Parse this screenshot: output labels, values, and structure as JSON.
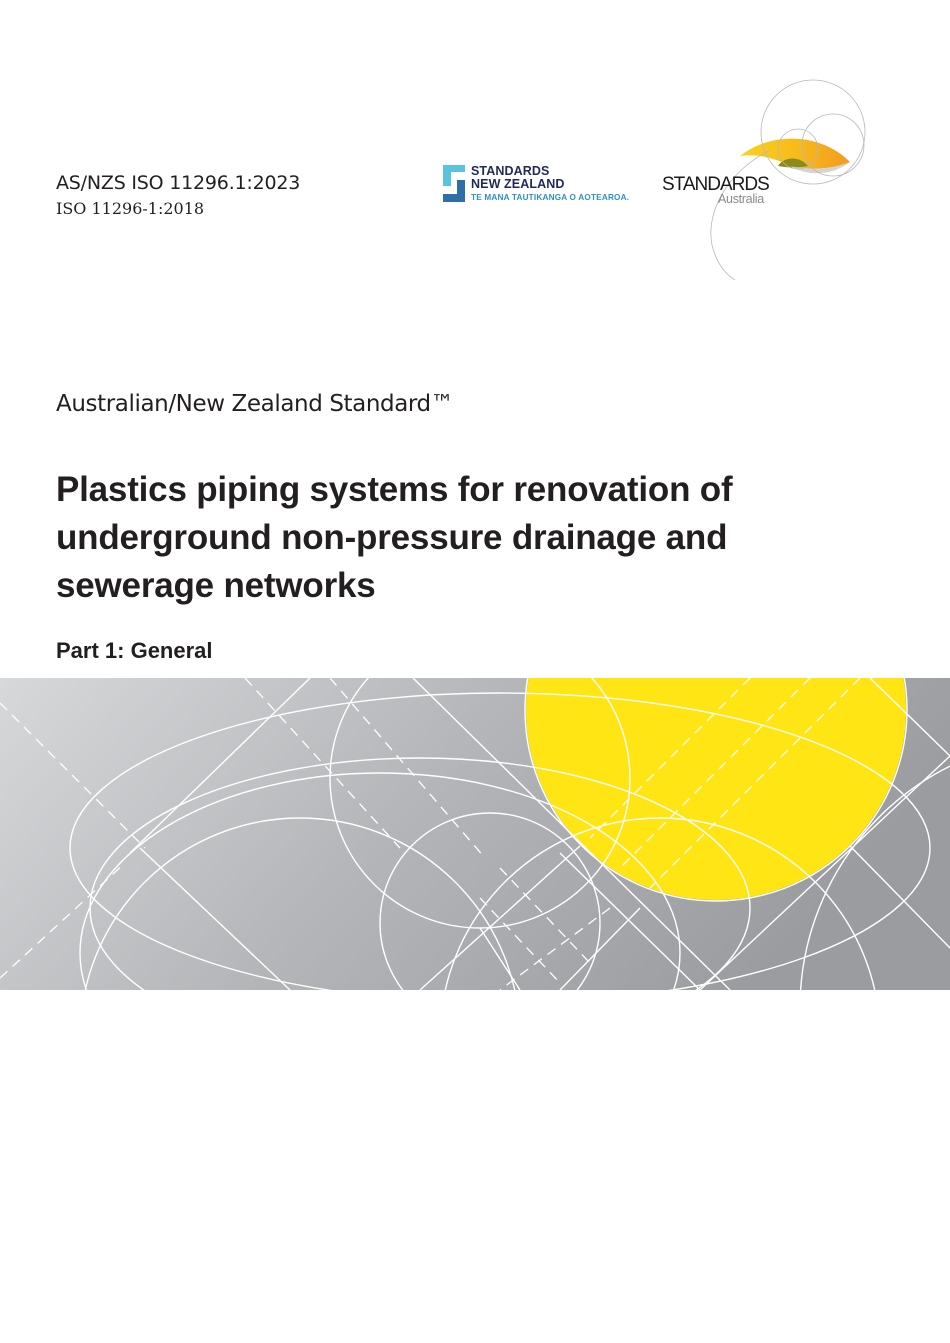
{
  "header": {
    "designation": "AS/NZS ISO 11296.1:2023",
    "iso_designation": "ISO 11296-1:2018"
  },
  "logos": {
    "standards_nz": {
      "line1": "STANDARDS",
      "line2": "NEW ZEALAND",
      "tagline": "TE MANA TAUTIKANGA O AOTEAROA.",
      "colors": {
        "navy": "#1f2a5a",
        "light_blue": "#5bc3e0",
        "mid_blue": "#2f6fa8",
        "tagline": "#2f8fc4"
      }
    },
    "standards_australia": {
      "word1": "STANDARDS",
      "word2": "Australia",
      "colors": {
        "yellow": "#f6c21b",
        "orange": "#f29a1f",
        "olive": "#8c8a1a",
        "grey_text": "#8a8a8a"
      }
    }
  },
  "main": {
    "standard_type": "Australian/New Zealand Standard™",
    "title": "Plastics piping systems for renovation of underground non-pressure drainage and sewerage networks",
    "title_lines": [
      "Plastics piping systems for renovation of",
      "underground non-pressure drainage and",
      "sewerage networks"
    ],
    "part": "Part 1: General"
  },
  "graphic_band": {
    "background_gradient": [
      "#d4d6d8",
      "#9fa1a5"
    ],
    "accent_circle_color": "#ffe514",
    "line_color": "#ffffff"
  }
}
